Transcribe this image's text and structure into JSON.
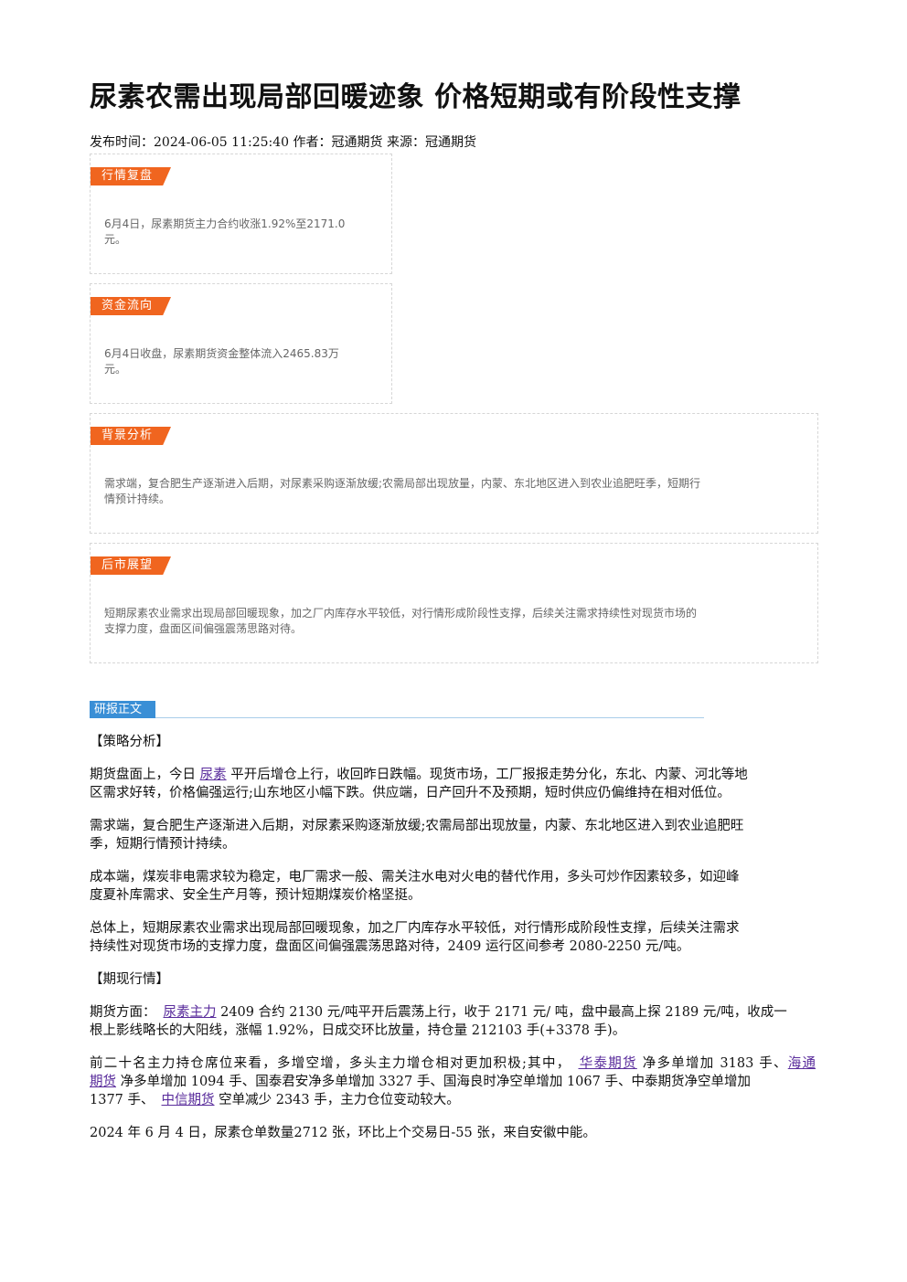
{
  "article": {
    "title": "尿素农需出现局部回暖迹象 价格短期或有阶段性支撑",
    "meta": "发布时间：2024-06-05 11:25:40 作者：冠通期货 来源：冠通期货"
  },
  "boxes": [
    {
      "tag": "行情复盘",
      "text_lines": [
        "6月4日，尿素期货主力合约收涨1.92%至2171.0",
        "元。"
      ]
    },
    {
      "tag": "资金流向",
      "text_lines": [
        "6月4日收盘，尿素期货资金整体流入2465.83万",
        "元。"
      ]
    },
    {
      "tag": "背景分析",
      "text_lines": [
        "需求端，复合肥生产逐渐进入后期，对尿素采购逐渐放缓;农需局部出现放量，内蒙、东北地区进入到农业追肥旺季，短期行",
        "情预计持续。"
      ]
    },
    {
      "tag": "后市展望",
      "text_lines": [
        "短期尿素农业需求出现局部回暖现象，加之厂内库存水平较低，对行情形成阶段性支撑，后续关注需求持续性对现货市场的",
        "支撑力度，盘面区间偏强震荡思路对待。"
      ]
    }
  ],
  "report": {
    "tag": "研报正文",
    "h1": "【策略分析】",
    "p1_before": "期货盘面上，今日 ",
    "p1_link": "尿素",
    "p1_line1_after": " 平开后增仓上行，收回昨日跌幅。现货市场，工厂报报走势分化，东北、内蒙、河北等地",
    "p1_line2": "区需求好转，价格偏强运行;山东地区小幅下跌。供应端，日产回升不及预期，短时供应仍偏维持在相对低位。",
    "p2_line1": "需求端，复合肥生产逐渐进入后期，对尿素采购逐渐放缓;农需局部出现放量，内蒙、东北地区进入到农业追肥旺",
    "p2_line2": "季，短期行情预计持续。",
    "p3_line1": "成本端，煤炭非电需求较为稳定，电厂需求一般、需关注水电对火电的替代作用，多头可炒作因素较多，如迎峰",
    "p3_line2": "度夏补库需求、安全生产月等，预计短期煤炭价格坚挺。",
    "p4_line1": "总体上，短期尿素农业需求出现局部回暖现象，加之厂内库存水平较低，对行情形成阶段性支撑，后续关注需求",
    "p4_line2": "持续性对现货市场的支撑力度，盘面区间偏强震荡思路对待，2409 运行区间参考 2080-2250 元/吨。",
    "h2": "【期现行情】",
    "p5_before": "期货方面：",
    "p5_link": "尿素主力",
    "p5_line1_after": " 2409 合约 2130 元/吨平开后震荡上行，收于 2171 元/ 吨，盘中最高上探 2189 元/吨，收成一",
    "p5_line2": "根上影线略长的大阳线，涨幅 1.92%，日成交环比放量，持仓量 212103 手(+3378 手)。",
    "p6_before": "前二十名主力持仓席位来看，多增空增，多头主力增仓相对更加积极;其中，",
    "p6_link1": "华泰期货",
    "p6_mid1": " 净多单增加 3183 手、",
    "p6_link2a": "海通",
    "p6_link2b": "期货",
    "p6_line2_after": " 净多单增加 1094 手、国泰君安净多单增加 3327 手、国海良时净空单增加 1067 手、中泰期货净空单增加",
    "p6_line3_before": "1377 手、",
    "p6_link3": "中信期货",
    "p6_line3_after": " 空单减少 2343 手，主力仓位变动较大。",
    "p7": "2024 年 6 月 4 日，尿素仓单数量2712 张，环比上个交易日-55 张，来自安徽中能。"
  }
}
